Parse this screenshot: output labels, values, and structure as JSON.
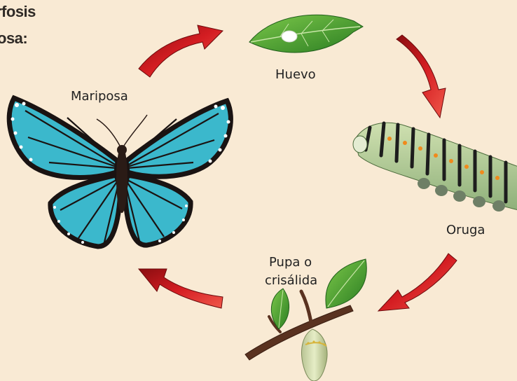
{
  "title": {
    "line1": "rfosis",
    "line2": "osa:"
  },
  "stages": {
    "egg": "Huevo",
    "caterpillar": "Oruga",
    "pupa_line1": "Pupa o",
    "pupa_line2": "crisálida",
    "butterfly": "Mariposa"
  },
  "colors": {
    "background": "#f9ead4",
    "arrow": "#c5151b",
    "leaf": "#3f9a2c",
    "butterfly_wing": "#3bb8cc"
  }
}
